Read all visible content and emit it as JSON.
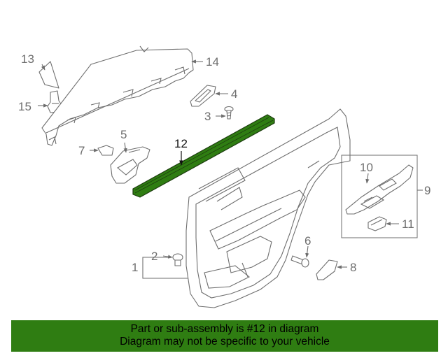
{
  "callouts": {
    "c1": "1",
    "c2": "2",
    "c3": "3",
    "c4": "4",
    "c5": "5",
    "c6": "6",
    "c7": "7",
    "c8": "8",
    "c9": "9",
    "c10": "10",
    "c11": "11",
    "c12": "12",
    "c13": "13",
    "c14": "14",
    "c15": "15"
  },
  "highlight_color": "#2f7d12",
  "banner": {
    "line1": "Part or sub-assembly is #12 in diagram",
    "line2": "Diagram may not be specific to your vehicle"
  }
}
